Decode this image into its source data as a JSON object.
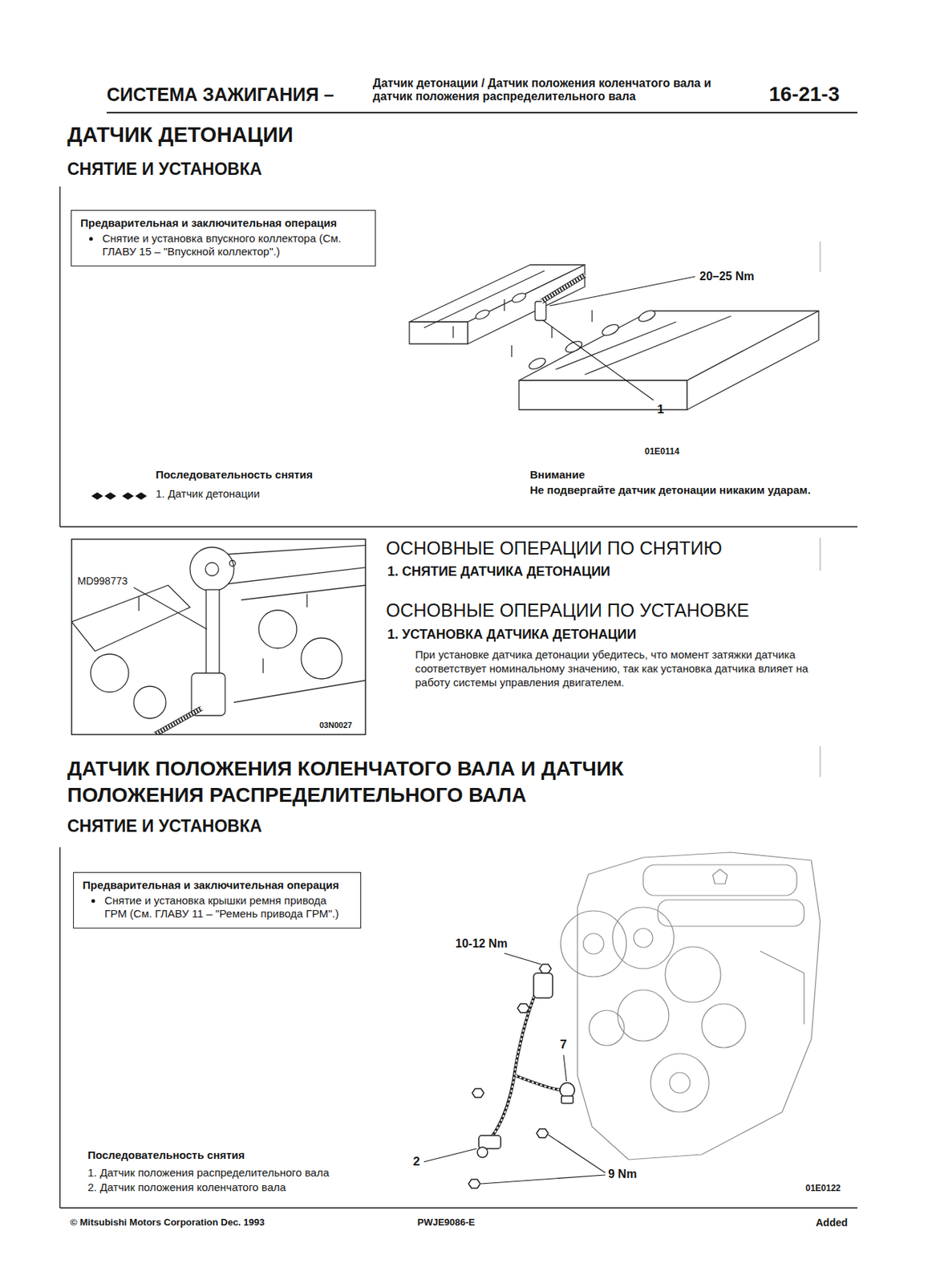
{
  "diagram": {
    "title": "СИСТЕМА ЗАЖИГАНИЯ –",
    "nodes": [
      {
        "text": [
          "Предварительная и заключительная операция",
          "Снятие и установка впускного коллектора (См. ГЛАВУ 15 – \"Впускной коллектор\".)"
        ]
      },
      {
        "text": [
          "Предварительная и заключительная операция",
          "Снятие и установка крышки ремня привода ГРМ (См. ГЛАВУ 11 – \"Ремень привода ГРМ\".)"
        ]
      }
    ],
    "labels": [
      "Датчик детонации / Датчик положения коленчатого вала и датчик положения распределительного вала",
      "16-21-3",
      "ДАТЧИК ДЕТОНАЦИИ",
      "СНЯТИЕ И УСТАНОВКА",
      "20–25 Nm",
      "1",
      "01E0114",
      "Последовательность снятия",
      "1. Датчик детонации",
      "Внимание",
      "Не подвергайте датчик детонации никаким ударам.",
      "MD998773",
      "03N0027",
      "ОСНОВНЫЕ ОПЕРАЦИИ ПО СНЯТИЮ",
      "1. СНЯТИЕ ДАТЧИКА ДЕТОНАЦИИ",
      "ОСНОВНЫЕ ОПЕРАЦИИ ПО УСТАНОВКЕ",
      "1. УСТАНОВКА ДАТЧИКА ДЕТОНАЦИИ",
      "При установке датчика детонации убедитесь, что момент затяжки датчика соответствует номинальному значению, так как установка датчика влияет на работу системы управления двигателем.",
      "ДАТЧИК ПОЛОЖЕНИЯ КОЛЕНЧАТОГО ВАЛА И ДАТЧИК ПОЛОЖЕНИЯ РАСПРЕДЕЛИТЕЛЬНОГО ВАЛА",
      "СНЯТИЕ И УСТАНОВКА",
      "10-12 Nm",
      "7",
      "2",
      "9 Nm",
      "01E0122",
      "Последовательность снятия",
      "1. Датчик положения распределительного вала",
      "2. Датчик положения коленчатого вала",
      "© Mitsubishi Motors Corporation Dec. 1993",
      "PWJE9086-E",
      "Added"
    ]
  }
}
